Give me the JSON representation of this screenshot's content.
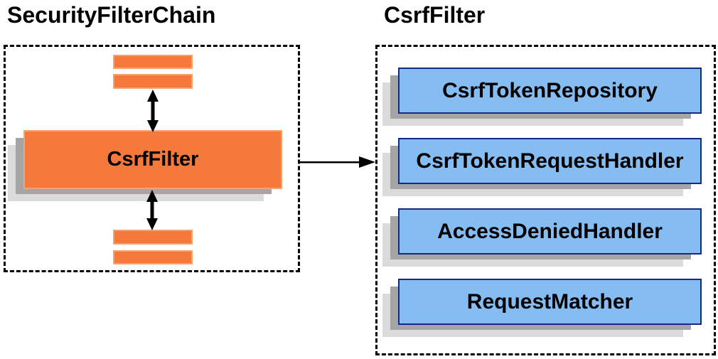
{
  "left_panel": {
    "title": "SecurityFilterChain",
    "filter_label": "CsrfFilter"
  },
  "right_panel": {
    "title": "CsrfFilter",
    "components": [
      "CsrfTokenRepository",
      "CsrfTokenRequestHandler",
      "AccessDeniedHandler",
      "RequestMatcher"
    ]
  },
  "colors": {
    "orange_fill": "#F5793B",
    "orange_border": "#F8A26F",
    "blue_fill": "#85BCF2",
    "blue_border": "#182A80",
    "shadow_dark": "#A5A5A5",
    "shadow_light": "#DBDBDB",
    "arrow_color": "#000000",
    "dash_color": "#000000",
    "text_color": "#000000"
  }
}
